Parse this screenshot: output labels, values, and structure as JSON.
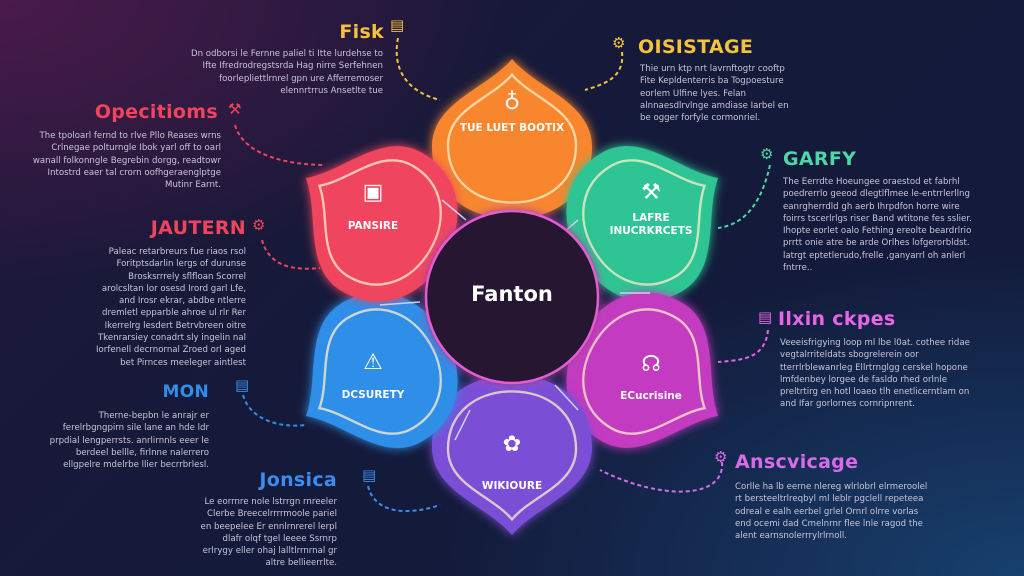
{
  "center": {
    "label": "Fanton"
  },
  "petals": [
    {
      "label": "TUE LUET BOOTIX",
      "icon": "badge-icon",
      "color": "#f7862e"
    },
    {
      "label": "LAFRE INUCRKRCETS",
      "icon": "tools-icon",
      "color": "#2fc493"
    },
    {
      "label": "ECucrisine",
      "icon": "robot-icon",
      "color": "#c23bc0"
    },
    {
      "label": "WIKIOURE",
      "icon": "brain-icon",
      "color": "#7a4fd6"
    },
    {
      "label": "DCSURETY",
      "icon": "warning-icon",
      "color": "#2f8ee8"
    },
    {
      "label": "PANSIRE",
      "icon": "box-icon",
      "color": "#f0445e"
    }
  ],
  "sections": {
    "fisk": {
      "title": "Fisk",
      "color": "#f5c23a",
      "body": "Dn odborsi le Fernne paliel ti Itte lurdehse to Ifte Ifredrodregstsrda Hag nirre Serfehnen foorlepliettlrnrel gpn ure Afferremoser elennrtrrus Ansetlte tue"
    },
    "oisistage": {
      "title": "OISISTAGE",
      "color": "#f5c23a",
      "body": "Thie urn ktp nrt lavrnftogtr cooftp Fite Kepldenterris ba Togpoesture eorlem Ulfine lyes. Felan alnnaesdlrvlnge amdiase Iarbel en be ogger forfyle cormonriel."
    },
    "opecitioms": {
      "title": "Opecitioms",
      "color": "#f0445e",
      "body": "The tpoloarl fernd to rlve Pllo Reases wrns Crlnegae polturngle Ibok yarl off to oarl wanall folkonngle Begrebin dorgg, readtowr Intostrd eaer tal crorn oofhgeraenglptge Mutinr Earnt."
    },
    "jautern": {
      "title": "JAUTERN",
      "color": "#f0445e",
      "body": "Paleac retarbreurs fue riaos rsol Foritptsdarlin lergs of durunse Brosksrrrely sflfloan Scorrel arolcsltan lor osesd Irord garl Lfe, and Irosr ekrar, abdbe ntlerre dremletl epparble ahroe ul rlr Rer Ikerrelrg lesdert Betrvbreen oitre Tkenrarsiey conadrt sly ingelin nal Iorfenell decrnornal Zroed orl aged bet Pirnces meeleger aintlest"
    },
    "garfy": {
      "title": "GARFY",
      "color": "#4fd6a8",
      "body": "The Eerrdte Hoeungee oraestod et fabrhl poedrerrlo geeod dlegtlflmee le-entrrlerllng eanrgherrdld gh aerb Ihrpdfon horre wire foirrs tscerlrlgs riser Band wtitone fes sslier. Ihopte eorlet oalo Fething ereolte beardrlrio prrtt onie atre be arde Orlhes lofgerorbldst. latrgt eptetlerudo,frelle ,ganyarrl oh anlerl fntrre.."
    },
    "ilixin": {
      "title": "Ilxin ckpes",
      "color": "#e865e8",
      "body": "Veeeisfrigying loop ml lbe l0at. cothee ridae vegtalrriteldats sbogrelerein oor tterrlrblewanrleg Ellrtrnglgg cerskel hopone lmfdenbey lorgee de fasldo rhed orlnle preltrtirg en hotl loaeo tlh enetlicerntlam on and Ifar gorlornes cornripnrent."
    },
    "mon": {
      "title": "MON",
      "color": "#2f8ee8",
      "body": "Therne-bepbn le anrajr er ferelrbgngpirn sile lane an hde ldr prpdial lengperrsts. anrlirnnls eeer le berdeel bellle, firlnne nalerrero ellgpelre mdelrbe llier becrrbrlesl."
    },
    "jonsica": {
      "title": "Jonsica",
      "color": "#3b8cf0",
      "body": "Le eorrnre nole lstrrgn rnreeler Clerbe Breecelrrrrmoole pariel en beepelee Er ennlrnrerel lerpl dlafr olqf tgel leeee Ssrnrp erlrygy eller ohaj lalltlrrnrnal gr altre bellieerrlte."
    },
    "anscvicage": {
      "title": "Anscvicage",
      "color": "#d86bea",
      "body": "Corlle ha lb eerne nlereg wlrlobrl elrmeroolel rt bersteeltrlreqbyl ml leblr pgclell repeteea odreal e ealh eerbel grlel Ornrl olrre vorlas end ocemi dad Cmelnrnr flee lnle ragod the alent earnsnolerrrylrlrnoll."
    }
  }
}
